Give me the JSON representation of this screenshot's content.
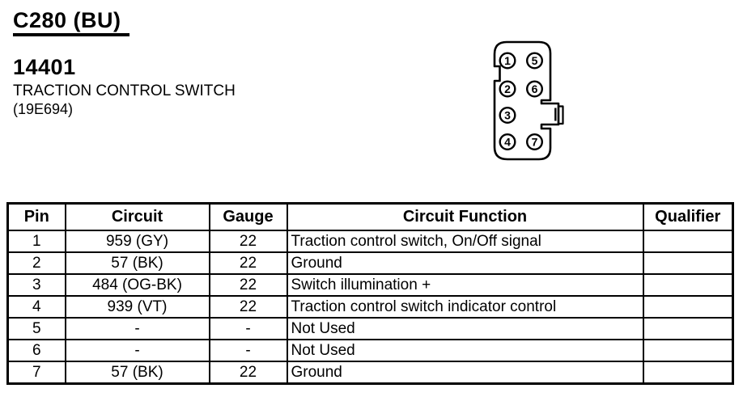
{
  "header": {
    "connector_id": "C280 (BU)",
    "part_number": "14401",
    "component_name": "TRACTION CONTROL SWITCH",
    "reference": "(19E694)"
  },
  "connector": {
    "pins": [
      {
        "label": "1"
      },
      {
        "label": "2"
      },
      {
        "label": "3"
      },
      {
        "label": "4"
      },
      {
        "label": "5"
      },
      {
        "label": "6"
      },
      {
        "label": "7"
      }
    ]
  },
  "table": {
    "headers": {
      "pin": "Pin",
      "circuit": "Circuit",
      "gauge": "Gauge",
      "function": "Circuit Function",
      "qualifier": "Qualifier"
    },
    "rows": [
      {
        "pin": "1",
        "circuit": "959 (GY)",
        "gauge": "22",
        "function": "Traction control switch, On/Off signal",
        "qualifier": ""
      },
      {
        "pin": "2",
        "circuit": "57 (BK)",
        "gauge": "22",
        "function": "Ground",
        "qualifier": ""
      },
      {
        "pin": "3",
        "circuit": "484 (OG-BK)",
        "gauge": "22",
        "function": "Switch illumination +",
        "qualifier": ""
      },
      {
        "pin": "4",
        "circuit": "939 (VT)",
        "gauge": "22",
        "function": "Traction control switch indicator control",
        "qualifier": ""
      },
      {
        "pin": "5",
        "circuit": "-",
        "gauge": "-",
        "function": "Not Used",
        "qualifier": ""
      },
      {
        "pin": "6",
        "circuit": "-",
        "gauge": "-",
        "function": "Not Used",
        "qualifier": ""
      },
      {
        "pin": "7",
        "circuit": "57 (BK)",
        "gauge": "22",
        "function": "Ground",
        "qualifier": ""
      }
    ]
  },
  "colors": {
    "ink": "#000000",
    "background": "#ffffff"
  }
}
